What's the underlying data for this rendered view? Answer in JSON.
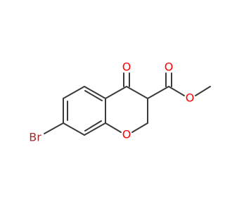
{
  "molecule": {
    "atoms": [
      {
        "id": "br",
        "label": "Br",
        "color": "#a52a2a"
      },
      {
        "id": "o_ring",
        "label": "O",
        "color": "#ff0000"
      },
      {
        "id": "o_keto",
        "label": "O",
        "color": "#ff0000"
      },
      {
        "id": "o_carbonyl",
        "label": "O",
        "color": "#ff0000"
      },
      {
        "id": "o_ester",
        "label": "O",
        "color": "#ff0000"
      }
    ],
    "bond_color": "#3a3a3a"
  }
}
